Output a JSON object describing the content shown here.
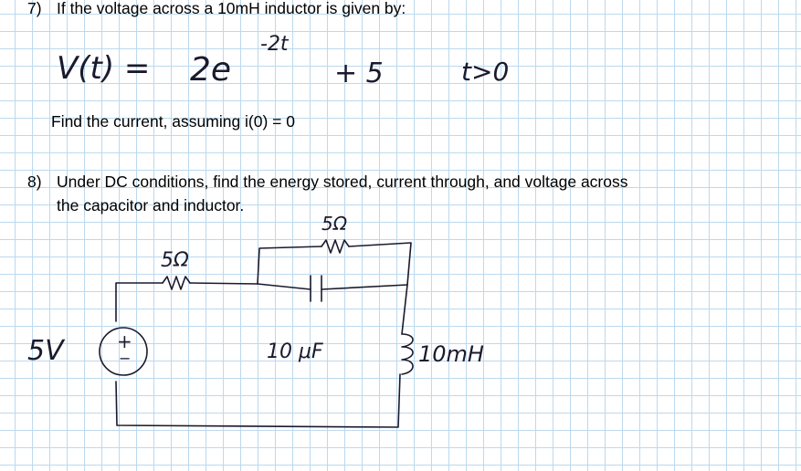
{
  "problem7": {
    "number": "7)",
    "text": "If the voltage across a 10mH inductor is given by:",
    "handwriting": {
      "lhs": "V(t) =",
      "coef": "2e",
      "exponent": "-2t",
      "plus": "+ 5",
      "condition": "t>0"
    },
    "find": "Find the current, assuming i(0) = 0"
  },
  "problem8": {
    "number": "8)",
    "line1": "Under DC conditions, find the  energy stored, current through, and voltage across",
    "line2": "the capacitor and inductor.",
    "circuit": {
      "source_label": "5V",
      "source_plus": "+",
      "source_minus": "−",
      "r_series": "5Ω",
      "r_parallel": "5Ω",
      "capacitor": "10 μF",
      "inductor": "10mH"
    }
  }
}
